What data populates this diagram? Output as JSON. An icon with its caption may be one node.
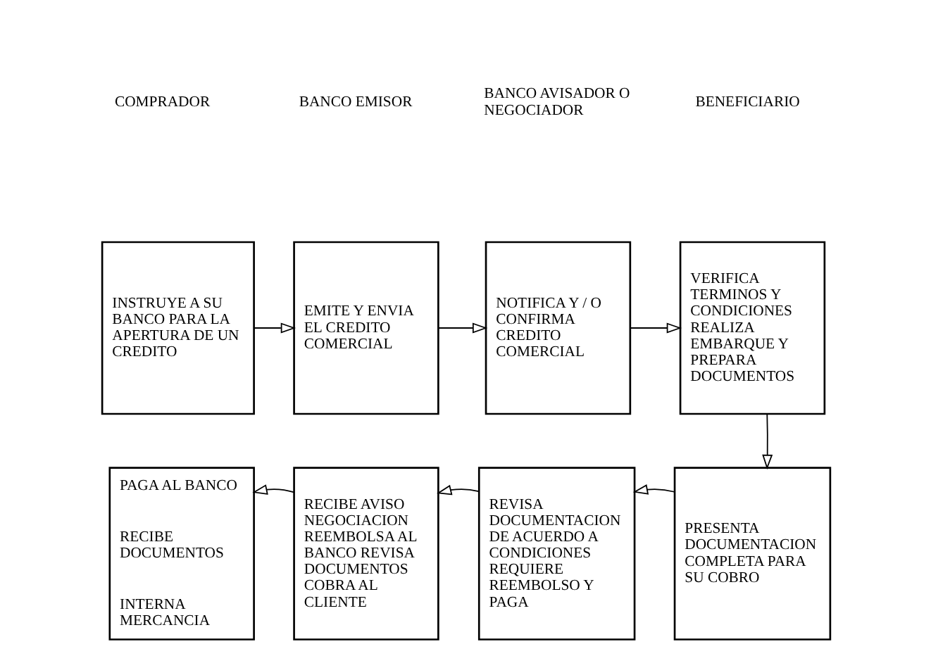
{
  "diagram": {
    "nodes": [
      {
        "text": [
          "INSTRUYE A SU BANCO PARA LA APERTURA DE UN CREDITO"
        ]
      },
      {
        "text": [
          "EMITE Y ENVIA EL CREDITO COMERCIAL"
        ]
      },
      {
        "text": [
          "NOTIFICA Y / O CONFIRMA CREDITO COMERCIAL"
        ]
      },
      {
        "text": [
          "VERIFICA TERMINOS Y CONDICIONES REALIZA EMBARQUE Y PREPARA DOCUMENTOS"
        ]
      },
      {
        "text": [
          "PAGA AL BANCO",
          "RECIBE DOCUMENTOS",
          "INTERNA MERCANCIA"
        ]
      },
      {
        "text": [
          "RECIBE AVISO NEGOCIACION REEMBOLSA AL BANCO REVISA DOCUMENTOS COBRA AL CLIENTE"
        ]
      },
      {
        "text": [
          "REVISA DOCUMENTACION DE ACUERDO A CONDICIONES REQUIERE REEMBOLSO Y PAGA"
        ]
      },
      {
        "text": [
          "PRESENTA DOCUMENTACION COMPLETA PARA SU COBRO"
        ]
      }
    ],
    "edges": [
      {
        "from": 0,
        "to": 1,
        "arrow": "to"
      },
      {
        "from": 1,
        "to": 2,
        "arrow": "to"
      },
      {
        "from": 2,
        "to": 3,
        "arrow": "to"
      },
      {
        "from": 3,
        "to": 7,
        "arrow": "to"
      },
      {
        "from": 7,
        "to": 6,
        "arrow": "to"
      },
      {
        "from": 6,
        "to": 5,
        "arrow": "to"
      },
      {
        "from": 5,
        "to": 4,
        "arrow": "to"
      }
    ],
    "labels": [
      "COMPRADOR",
      "BANCO EMISOR",
      "BANCO AVISADOR O NEGOCIADOR",
      "BENEFICIARIO"
    ]
  }
}
